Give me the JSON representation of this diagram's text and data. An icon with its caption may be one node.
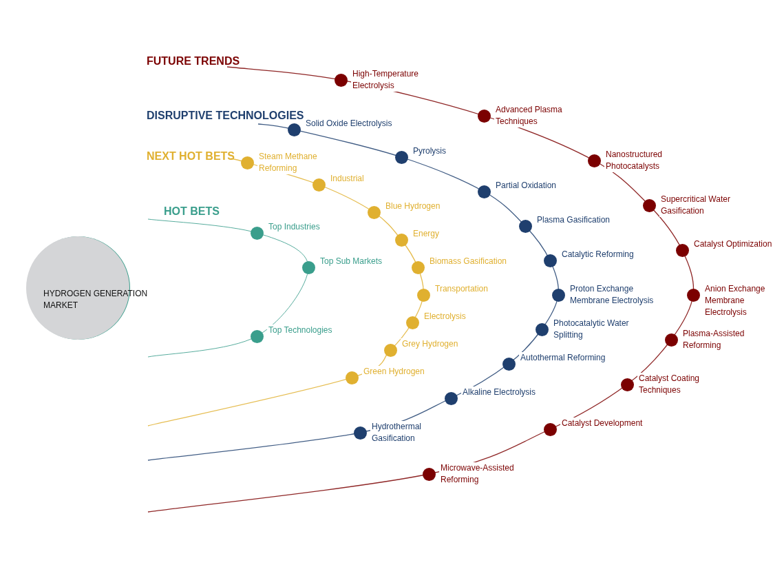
{
  "diagram": {
    "nodes": [
      {
        "text": [
          "HYDROGEN GENERATION MARKET"
        ]
      },
      {
        "text": [
          "Top Industries"
        ]
      },
      {
        "text": [
          "Top Sub Markets"
        ]
      },
      {
        "text": [
          "Top Technologies"
        ]
      },
      {
        "text": [
          "Steam Methane Reforming"
        ]
      },
      {
        "text": [
          "Industrial"
        ]
      },
      {
        "text": [
          "Blue Hydrogen"
        ]
      },
      {
        "text": [
          "Energy"
        ]
      },
      {
        "text": [
          "Biomass Gasification"
        ]
      },
      {
        "text": [
          "Transportation"
        ]
      },
      {
        "text": [
          "Electrolysis"
        ]
      },
      {
        "text": [
          "Grey Hydrogen"
        ]
      },
      {
        "text": [
          "Green Hydrogen"
        ]
      },
      {
        "text": [
          "Solid Oxide Electrolysis"
        ]
      },
      {
        "text": [
          "Pyrolysis"
        ]
      },
      {
        "text": [
          "Partial Oxidation"
        ]
      },
      {
        "text": [
          "Plasma Gasification"
        ]
      },
      {
        "text": [
          "Catalytic Reforming"
        ]
      },
      {
        "text": [
          "Proton Exchange Membrane Electrolysis"
        ]
      },
      {
        "text": [
          "Photocatalytic Water Splitting"
        ]
      },
      {
        "text": [
          "Autothermal Reforming"
        ]
      },
      {
        "text": [
          "Alkaline Electrolysis"
        ]
      },
      {
        "text": [
          "Hydrothermal Gasification"
        ]
      },
      {
        "text": [
          "High-Temperature Electrolysis"
        ]
      },
      {
        "text": [
          "Advanced Plasma Techniques"
        ]
      },
      {
        "text": [
          "Nanostructured Photocatalysts"
        ]
      },
      {
        "text": [
          "Supercritical Water Gasification"
        ]
      },
      {
        "text": [
          "Catalyst Optimization"
        ]
      },
      {
        "text": [
          "Anion Exchange Membrane Electrolysis"
        ]
      },
      {
        "text": [
          "Plasma-Assisted Reforming"
        ]
      },
      {
        "text": [
          "Catalyst Coating Techniques"
        ]
      },
      {
        "text": [
          "Catalyst Development"
        ]
      },
      {
        "text": [
          "Microwave-Assisted Reforming"
        ]
      }
    ],
    "labels": [
      "FUTURE TRENDS",
      "DISRUPTIVE TECHNOLOGIES",
      "NEXT HOT BETS",
      "HOT BETS"
    ]
  }
}
